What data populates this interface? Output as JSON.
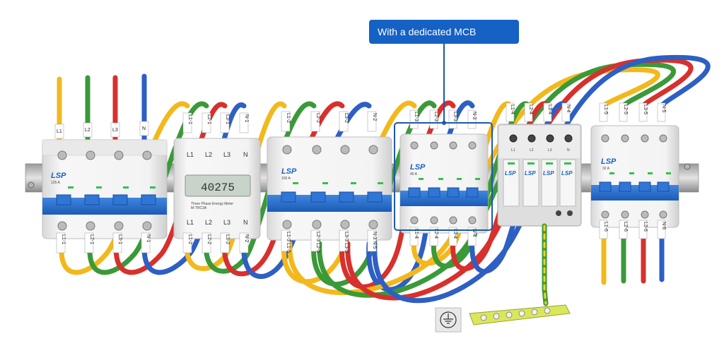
{
  "callout": {
    "text": "With a dedicated MCB"
  },
  "colors": {
    "yellow": "#f2b81c",
    "green": "#3a9a38",
    "red": "#d8302c",
    "blue": "#2d5fc4",
    "accent": "#1561c4",
    "frame": "#1b5aa8"
  },
  "brand": "LSP",
  "incoming": {
    "labels": [
      "L1",
      "L2",
      "L3",
      "N"
    ]
  },
  "devices": {
    "main_mcb": {
      "rating": "125 A",
      "top_labels": [
        "L1",
        "L2",
        "L3",
        "N"
      ],
      "bottom_labels": [
        "L1-1",
        "L2-1",
        "L3-1",
        "N-1"
      ]
    },
    "meter": {
      "title": "Three Phase Energy Meter",
      "reading": "40275",
      "model": "M-TRC3A",
      "top_labels": [
        "L1-1",
        "L2-1",
        "L3-1",
        "N-1"
      ],
      "terminal_top": [
        "L1",
        "L2",
        "L3",
        "N"
      ],
      "terminal_bottom": [
        "L1",
        "L2",
        "L3",
        "N"
      ],
      "bottom_labels": [
        "L1-2",
        "L2-2",
        "L3-2",
        "N-2"
      ]
    },
    "mcb_100": {
      "rating": "100 A",
      "top_labels": [
        "L1-2",
        "L2-2",
        "L3-2",
        "N-2"
      ],
      "bottom_labels": [
        "L1-3 L1-5",
        "L2-3 L2-5",
        "L3-3 L3-5",
        "N-3 N-5"
      ]
    },
    "mcb_40": {
      "rating": "40 A",
      "top_labels": [
        "L1-3",
        "L2-3",
        "L3-3",
        "N-3"
      ],
      "bottom_labels": [
        "L1-4",
        "L2-4",
        "L3-4",
        "N-4"
      ]
    },
    "spd": {
      "top_labels": [
        "L1-4",
        "L2-4",
        "L3-4",
        "N-4"
      ],
      "terminal": [
        "L1",
        "L2",
        "L3",
        "N"
      ]
    },
    "mcb_32": {
      "rating": "32 A",
      "top_labels": [
        "L1-5",
        "L2-5",
        "L3-5",
        "N-5"
      ],
      "bottom_labels": [
        "L1-6",
        "L2-6",
        "L3-6",
        "N-6"
      ]
    }
  },
  "earth": {
    "icon": "earth-ground-icon"
  }
}
